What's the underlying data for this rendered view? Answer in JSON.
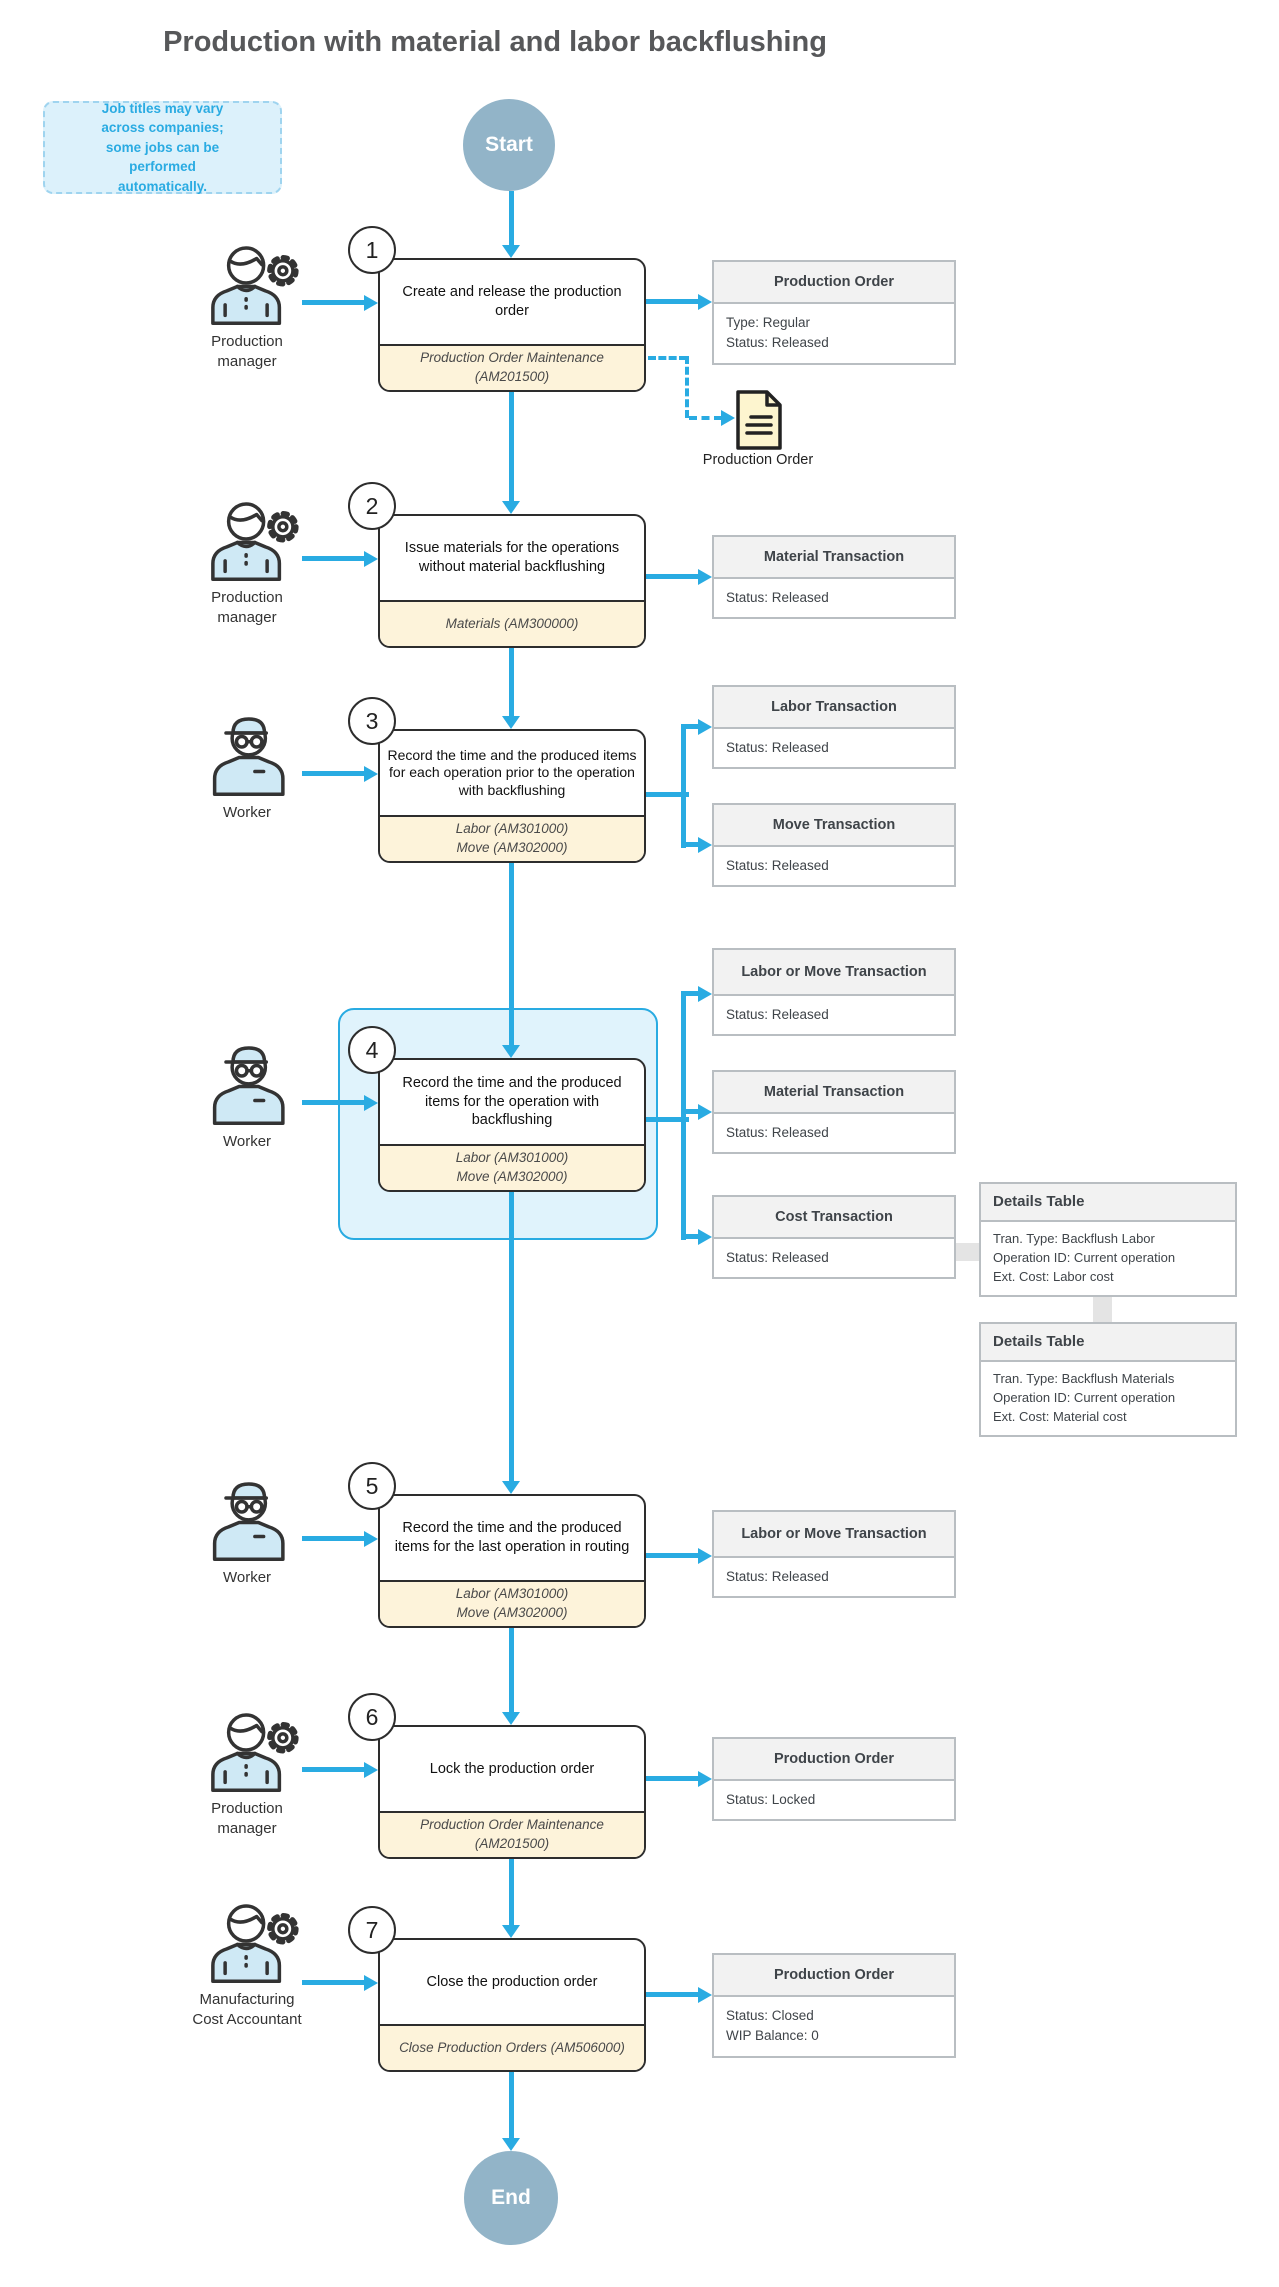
{
  "title": "Production with material and labor backflushing",
  "note": {
    "text": "Job titles may vary across companies; some jobs can be performed automatically."
  },
  "terminators": {
    "start": "Start",
    "end": "End"
  },
  "document": {
    "label": "Production Order"
  },
  "colors": {
    "accent": "#29abe2",
    "terminator_fill": "#92b4c8",
    "screen_fill": "#fdf3da",
    "container_fill": "#e0f3fc",
    "note_fill": "#dcf1fb",
    "table_header_fill": "#f2f2f2"
  },
  "steps": [
    {
      "number": "1",
      "actor": "Production manager",
      "text": "Create and release the production order",
      "screen_lines": [
        "Production Order Maintenance",
        "(AM201500)"
      ]
    },
    {
      "number": "2",
      "actor": "Production manager",
      "text": "Issue materials for the operations without material backflushing",
      "screen_lines": [
        "Materials (AM300000)"
      ]
    },
    {
      "number": "3",
      "actor": "Worker",
      "text": "Record the time and the produced items for each operation prior to the operation with backflushing",
      "screen_lines": [
        "Labor (AM301000)",
        "Move (AM302000)"
      ]
    },
    {
      "number": "4",
      "actor": "Worker",
      "text": "Record the time and the produced items for the operation with backflushing",
      "screen_lines": [
        "Labor (AM301000)",
        "Move (AM302000)"
      ]
    },
    {
      "number": "5",
      "actor": "Worker",
      "text": "Record the time and the produced items for the last operation in routing",
      "screen_lines": [
        "Labor (AM301000)",
        "Move (AM302000)"
      ]
    },
    {
      "number": "6",
      "actor": "Production manager",
      "text": "Lock the production order",
      "screen_lines": [
        "Production Order Maintenance",
        "(AM201500)"
      ]
    },
    {
      "number": "7",
      "actor": "Manufacturing Cost Accountant",
      "text": "Close the production order",
      "screen_lines": [
        "Close Production Orders (AM506000)"
      ]
    }
  ],
  "artifacts": [
    {
      "title": "Production Order",
      "lines": [
        "Type: Regular",
        "Status: Released"
      ]
    },
    {
      "title": "Material Transaction",
      "lines": [
        "Status: Released"
      ]
    },
    {
      "title": "Labor Transaction",
      "lines": [
        "Status: Released"
      ]
    },
    {
      "title": "Move Transaction",
      "lines": [
        "Status: Released"
      ]
    },
    {
      "title": "Labor or Move Transaction",
      "lines": [
        "Status: Released"
      ]
    },
    {
      "title": "Material Transaction",
      "lines": [
        "Status: Released"
      ]
    },
    {
      "title": "Cost Transaction",
      "lines": [
        "Status: Released"
      ]
    },
    {
      "title": "Labor or Move Transaction",
      "lines": [
        "Status: Released"
      ]
    },
    {
      "title": "Production Order",
      "lines": [
        "Status: Locked"
      ]
    },
    {
      "title": "Production Order",
      "lines": [
        "Status: Closed",
        "WIP Balance: 0"
      ]
    }
  ],
  "details_tables": [
    {
      "title": "Details Table",
      "lines": [
        "Tran. Type: Backflush Labor",
        "Operation ID: Current operation",
        "Ext. Cost: Labor cost"
      ]
    },
    {
      "title": "Details Table",
      "lines": [
        "Tran. Type: Backflush Materials",
        "Operation ID: Current operation",
        "Ext. Cost: Material cost"
      ]
    }
  ]
}
